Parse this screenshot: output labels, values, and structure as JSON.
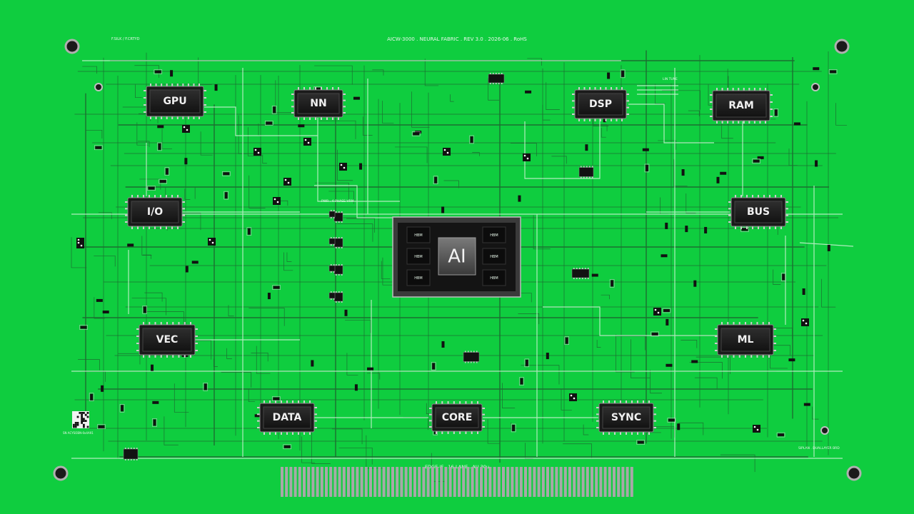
{
  "board": {
    "header": "AICW-3000 . NEURAL FABRIC . REV 3.0 . 2026-06 . RoHS",
    "corner_label": "F.SILK / F.CRTYD",
    "edge_label": "EDGE-IF . 16-LANE . AU 30u",
    "qr_label": "SN ACYSOBN-0x4A91",
    "vrm_label": "PWR . 4-PHASE VRM",
    "ant_label": "LIN TUNE",
    "bottom_right_label": "SIPLAN . DUALLAYER BRD"
  },
  "chips": {
    "gpu": "GPU",
    "nn": "NN",
    "dsp": "DSP",
    "ram": "RAM",
    "io": "I/O",
    "bus": "BUS",
    "vec": "VEC",
    "ml": "ML",
    "data": "DATA",
    "core": "CORE",
    "sync": "SYNC"
  },
  "ai_chip": {
    "label": "AI",
    "hbm": [
      "HBM",
      "HBM",
      "HBM",
      "HBM",
      "HBM",
      "HBM"
    ]
  },
  "colors": {
    "board": "#0fcd3f",
    "trace": "#1e5a2e",
    "chip": "#1b1b1b"
  }
}
